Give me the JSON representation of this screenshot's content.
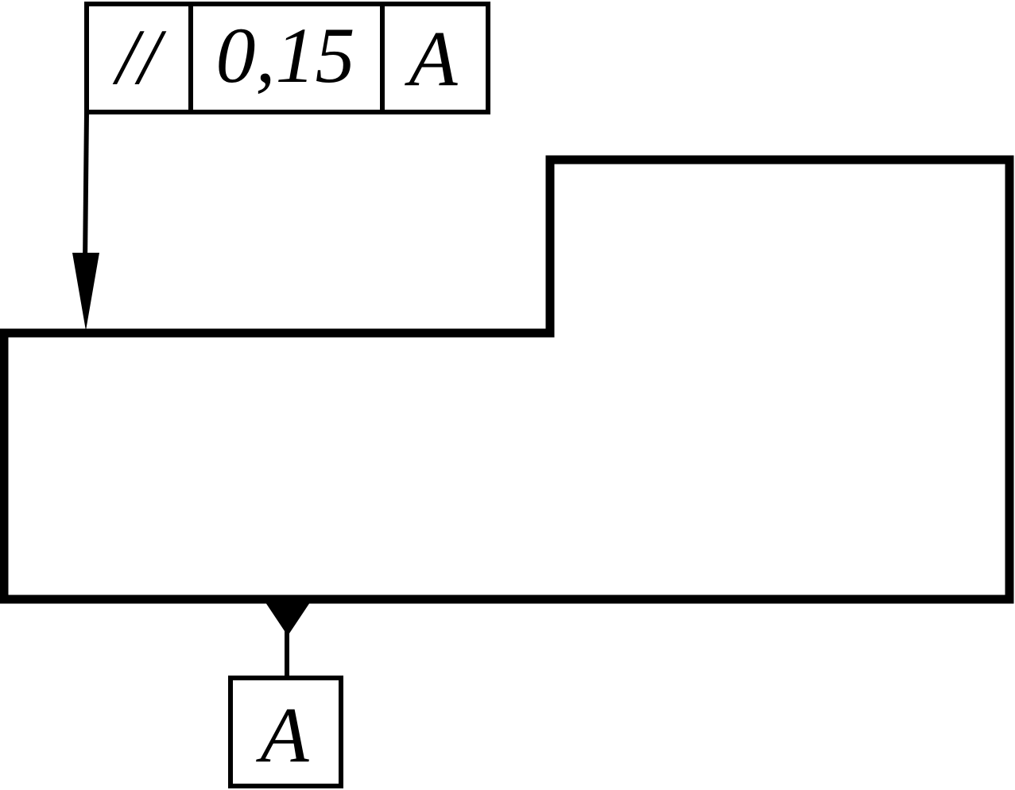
{
  "feature_control_frame": {
    "symbol": "//",
    "symbol_name": "parallelism-symbol",
    "tolerance": "0,15",
    "datum_ref": "A"
  },
  "datum_feature": {
    "label": "A"
  },
  "colors": {
    "line": "#000000",
    "background": "#ffffff"
  }
}
